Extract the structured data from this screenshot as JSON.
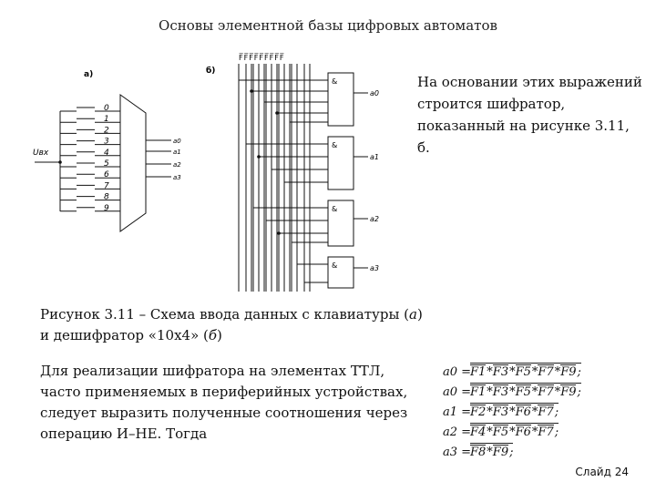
{
  "title": "Основы элементной базы цифровых автоматов",
  "diagram": {
    "label_a": "а)",
    "label_b": "б)",
    "input_label": "Uвх",
    "keys": [
      "0",
      "1",
      "2",
      "3",
      "4",
      "5",
      "6",
      "7",
      "8",
      "9"
    ],
    "encoder_outputs": [
      "a0",
      "a1",
      "a2",
      "a3"
    ],
    "gate_symbol": "&",
    "gate_outputs": [
      "a0",
      "a1",
      "a2",
      "a3"
    ],
    "bus_label": "F̅F̅F̅F̅F̅F̅F̅F̅F̅"
  },
  "right_paragraph": "На основании этих выражений строится шифратор, показанный на рисунке 3.11, б.",
  "caption": {
    "text_1": "Рисунок 3.11 – Схема ввода данных с клавиатуры (",
    "a": "а",
    "text_2": ") и дешифратор «10х4» (",
    "b": "б",
    "text_3": ")"
  },
  "body_text": " Для реализации шифратора на элементах ТТЛ, часто применяемых в периферийных устройствах, следует выразить полученные соотношения через операцию И–НЕ. Тогда",
  "formulas": [
    {
      "lhs": "a0 =",
      "terms": [
        "F1",
        "F3",
        "F5",
        "F7",
        "F9"
      ]
    },
    {
      "lhs": "a0 =",
      "terms": [
        "F1",
        "F3",
        "F5",
        "F7",
        "F9"
      ]
    },
    {
      "lhs": "a1 =",
      "terms": [
        "F2",
        "F3",
        "F6",
        "F7"
      ]
    },
    {
      "lhs": "a2 =",
      "terms": [
        "F4",
        "F5",
        "F6",
        "F7"
      ]
    },
    {
      "lhs": "a3 =",
      "terms": [
        "F8",
        "F9"
      ]
    }
  ],
  "slide_number": "Слайд 24"
}
